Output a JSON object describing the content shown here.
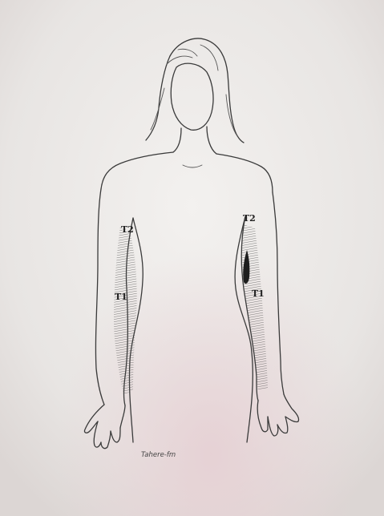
{
  "labels": {
    "right_arm_upper": "T2",
    "right_arm_lower": "T1",
    "left_arm_upper": "T2",
    "left_arm_lower": "T1"
  },
  "signature": "Tahere-fm",
  "colors": {
    "paper": "#e9e6e4",
    "pencil": "#3a3a3a"
  }
}
